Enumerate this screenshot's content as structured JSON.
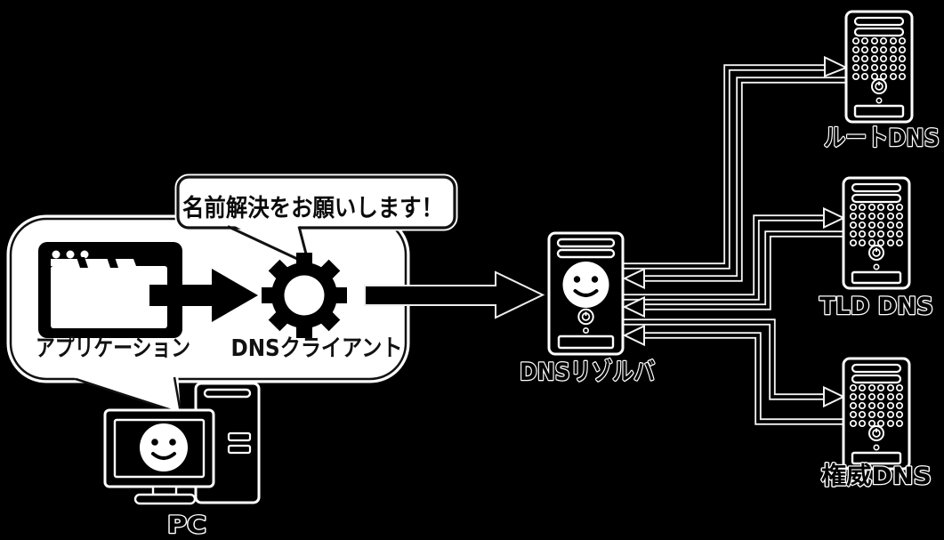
{
  "background_color": "#000000",
  "colors": {
    "background": "#000000",
    "bubble_fill": "#ffffff",
    "shape_fill": "#000000",
    "shape_outline": "#ffffff",
    "dark_text": "#111111",
    "line_outline": "#f2f2f2"
  },
  "callout": {
    "text": "名前解決をお願いします！"
  },
  "client_bubble": {
    "application_label": "アプリケーション",
    "dns_client_label": "DNSクライアント"
  },
  "nodes": {
    "pc": {
      "label": "PC"
    },
    "dns_resolver": {
      "label": "DNSリゾルバ"
    },
    "root_dns": {
      "label": "ルートDNS"
    },
    "tld_dns": {
      "label": "TLD DNS"
    },
    "authoritative_dns": {
      "label": "権威DNS"
    }
  },
  "icons": {
    "application": "browser-window-icon",
    "dns_client": "gear-icon",
    "pc": "desktop-computer-smiley-icon",
    "dns_resolver": "server-tower-smiley-icon",
    "root_dns": "server-tower-icon",
    "tld_dns": "server-tower-icon",
    "authoritative_dns": "server-tower-icon"
  },
  "connections": [
    {
      "from": "application",
      "to": "dns_client",
      "type": "arrow"
    },
    {
      "from": "dns_client",
      "to": "dns_resolver",
      "type": "arrow"
    },
    {
      "from": "dns_resolver",
      "to": "root_dns",
      "type": "query-and-response"
    },
    {
      "from": "dns_resolver",
      "to": "tld_dns",
      "type": "query-and-response"
    },
    {
      "from": "dns_resolver",
      "to": "authoritative_dns",
      "type": "query-and-response"
    }
  ]
}
